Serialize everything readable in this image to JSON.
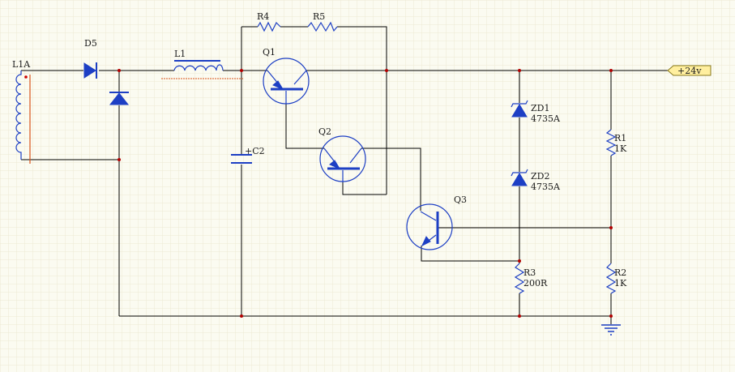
{
  "labels": {
    "L1A": "L1A",
    "D5": "D5",
    "L1": "L1",
    "R4": "R4",
    "R5": "R5",
    "Q1": "Q1",
    "Q2": "Q2",
    "Q3": "Q3",
    "C2": "+C2",
    "ZD1": "ZD1",
    "ZD1_val": "4735A",
    "ZD2": "ZD2",
    "ZD2_val": "4735A",
    "R1": "R1",
    "R1_val": "1K",
    "R2": "R2",
    "R2_val": "1K",
    "R3": "R3",
    "R3_val": "200R",
    "port": "+24v"
  },
  "colors": {
    "background": "#fbfbf1",
    "grid": "#ece9d4",
    "wire": "#000000",
    "component": "#1d3fc4",
    "junction": "#b00000",
    "port_fill": "#ffef9f",
    "port_stroke": "#8a7a1e",
    "pin": "#d9541a"
  }
}
